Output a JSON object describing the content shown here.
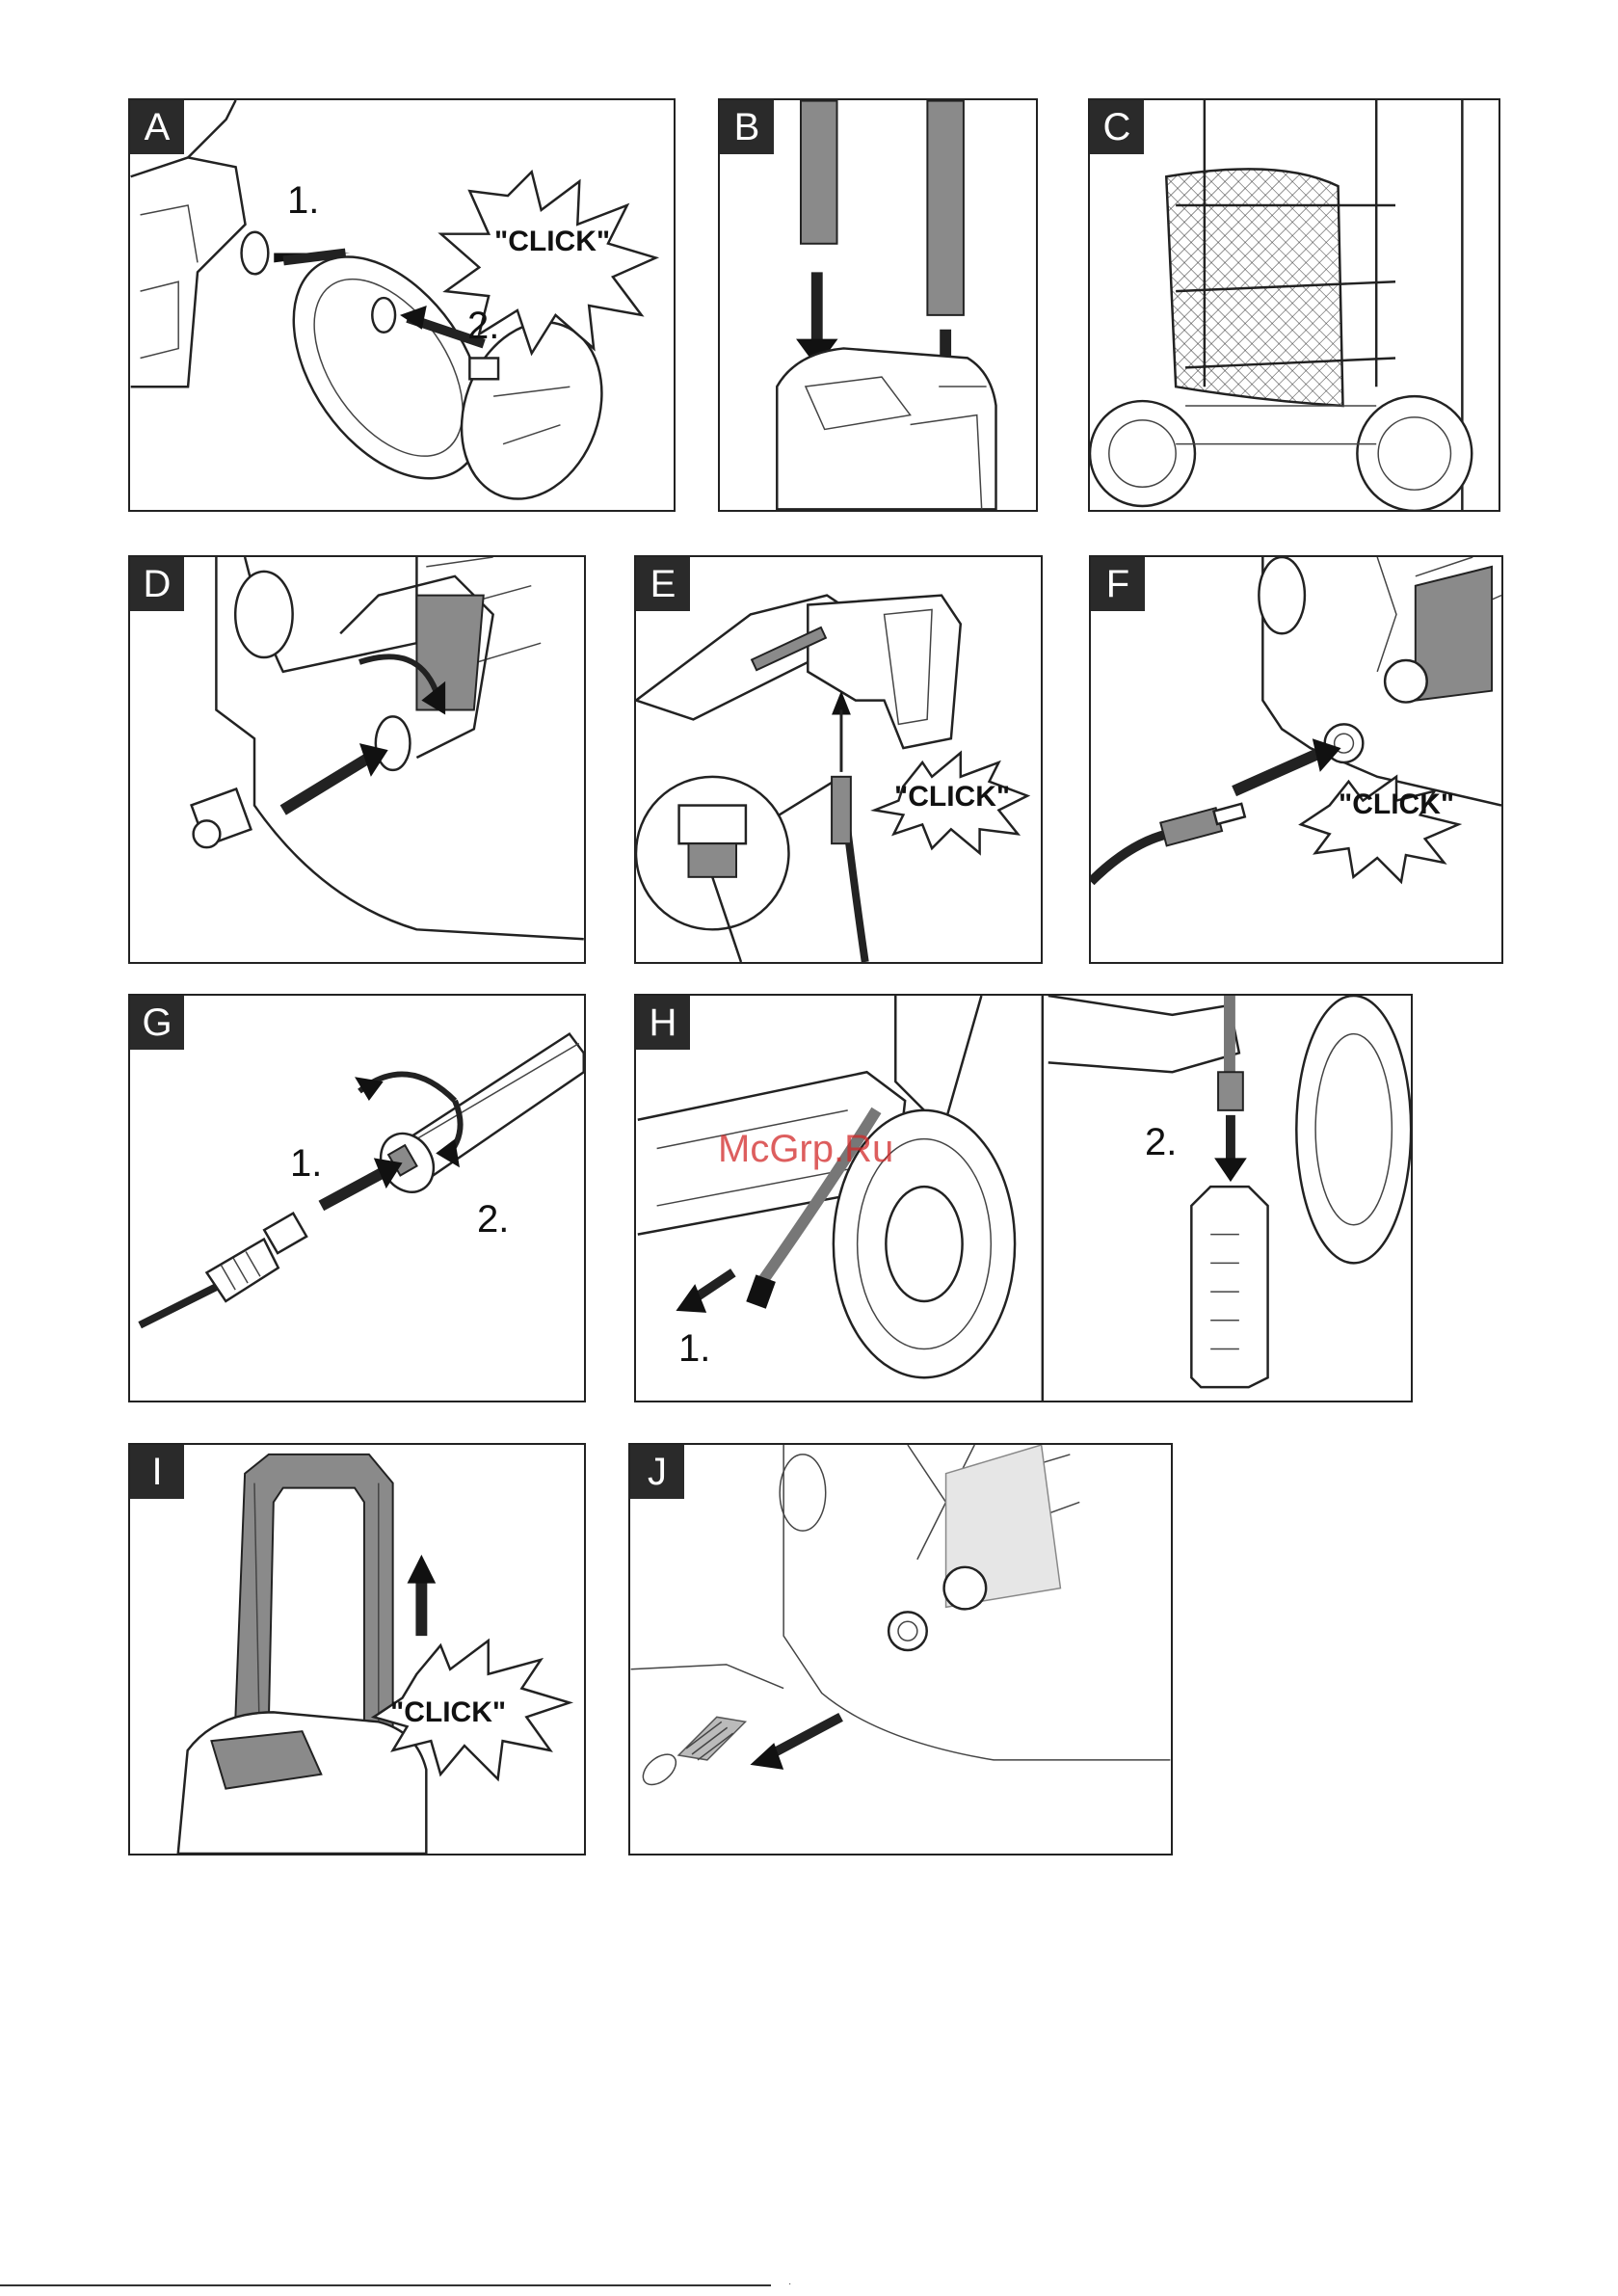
{
  "panels": {
    "A": {
      "label": "A",
      "step1": "1.",
      "step2": "2.",
      "click": "\"CLICK\""
    },
    "B": {
      "label": "B"
    },
    "C": {
      "label": "C"
    },
    "D": {
      "label": "D"
    },
    "E": {
      "label": "E",
      "click": "\"CLICK\""
    },
    "F": {
      "label": "F",
      "click": "\"CLICK\""
    },
    "G": {
      "label": "G",
      "step1": "1.",
      "step2": "2."
    },
    "H": {
      "label": "H",
      "step1": "1.",
      "step2": "2."
    },
    "I": {
      "label": "I",
      "click": "\"CLICK\""
    },
    "J": {
      "label": "J"
    }
  },
  "watermark": "McGrp.Ru",
  "footer_mark": "·"
}
